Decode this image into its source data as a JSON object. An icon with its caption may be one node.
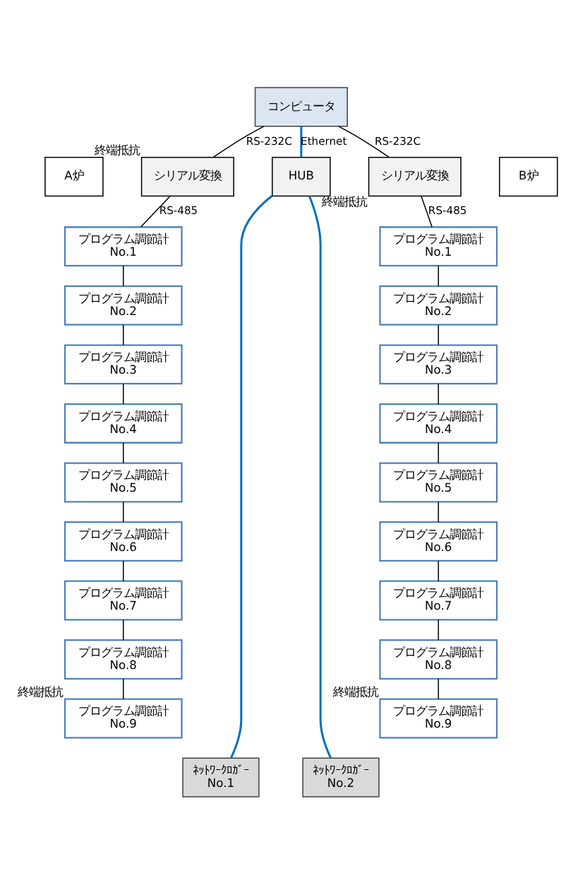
{
  "diagram": {
    "nodes": [
      {
        "text": [
          "コンピュータ"
        ]
      },
      {
        "text": [
          "HUB"
        ]
      },
      {
        "text": [
          "シリアル変換"
        ],
        "beside": [
          "終端抵抗"
        ]
      },
      {
        "text": [
          "シリアル変換"
        ],
        "beside": [
          "終端抵抗"
        ]
      },
      {
        "text": [
          "A炉"
        ]
      },
      {
        "text": [
          "プログラム調節計",
          "No.1"
        ]
      },
      {
        "text": [
          "プログラム調節計",
          "No.2"
        ]
      },
      {
        "text": [
          "プログラム調節計",
          "No.3"
        ]
      },
      {
        "text": [
          "プログラム調節計",
          "No.4"
        ]
      },
      {
        "text": [
          "プログラム調節計",
          "No.5"
        ]
      },
      {
        "text": [
          "プログラム調節計",
          "No.6"
        ]
      },
      {
        "text": [
          "プログラム調節計",
          "No.7"
        ]
      },
      {
        "text": [
          "プログラム調節計",
          "No.8"
        ]
      },
      {
        "text": [
          "プログラム調節計",
          "No.9"
        ],
        "beside": [
          "終端抵抗"
        ]
      },
      {
        "text": [
          "ﾈｯﾄﾜｰｸﾛｶﾞｰ",
          "No.1"
        ]
      },
      {
        "text": [
          "B炉"
        ]
      },
      {
        "text": [
          "プログラム調節計",
          "No.1"
        ]
      },
      {
        "text": [
          "プログラム調節計",
          "No.2"
        ]
      },
      {
        "text": [
          "プログラム調節計",
          "No.3"
        ]
      },
      {
        "text": [
          "プログラム調節計",
          "No.4"
        ]
      },
      {
        "text": [
          "プログラム調節計",
          "No.5"
        ]
      },
      {
        "text": [
          "プログラム調節計",
          "No.6"
        ]
      },
      {
        "text": [
          "プログラム調節計",
          "No.7"
        ]
      },
      {
        "text": [
          "プログラム調節計",
          "No.8"
        ]
      },
      {
        "text": [
          "プログラム調節計",
          "No.9"
        ],
        "beside": [
          "終端抵抗"
        ]
      },
      {
        "text": [
          "ﾈｯﾄﾜｰｸﾛｶﾞｰ",
          "No.2"
        ]
      }
    ],
    "edges": [
      {
        "from": 0,
        "to": 1,
        "arrow": "none",
        "label": "Ethernet",
        "color": "#0070c0"
      },
      {
        "from": 0,
        "to": 2,
        "arrow": "none",
        "label": "RS-232C"
      },
      {
        "from": 0,
        "to": 3,
        "arrow": "none",
        "label": "RS-232C"
      },
      {
        "from": 1,
        "to": 14,
        "arrow": "none",
        "color": "#0070c0"
      },
      {
        "from": 1,
        "to": 25,
        "arrow": "none",
        "color": "#0070c0"
      },
      {
        "from": 2,
        "to": 5,
        "arrow": "none",
        "label": "RS-485"
      },
      {
        "from": 5,
        "to": 6,
        "arrow": "none"
      },
      {
        "from": 6,
        "to": 7,
        "arrow": "none"
      },
      {
        "from": 7,
        "to": 8,
        "arrow": "none"
      },
      {
        "from": 8,
        "to": 9,
        "arrow": "none"
      },
      {
        "from": 9,
        "to": 10,
        "arrow": "none"
      },
      {
        "from": 10,
        "to": 11,
        "arrow": "none"
      },
      {
        "from": 11,
        "to": 12,
        "arrow": "none"
      },
      {
        "from": 12,
        "to": 13,
        "arrow": "none"
      },
      {
        "from": 3,
        "to": 16,
        "arrow": "none",
        "label": "RS-485"
      },
      {
        "from": 16,
        "to": 17,
        "arrow": "none"
      },
      {
        "from": 17,
        "to": 18,
        "arrow": "none"
      },
      {
        "from": 18,
        "to": 19,
        "arrow": "none"
      },
      {
        "from": 19,
        "to": 20,
        "arrow": "none"
      },
      {
        "from": 20,
        "to": 21,
        "arrow": "none"
      },
      {
        "from": 21,
        "to": 22,
        "arrow": "none"
      },
      {
        "from": 22,
        "to": 23,
        "arrow": "none"
      },
      {
        "from": 23,
        "to": 24,
        "arrow": "none"
      }
    ]
  }
}
